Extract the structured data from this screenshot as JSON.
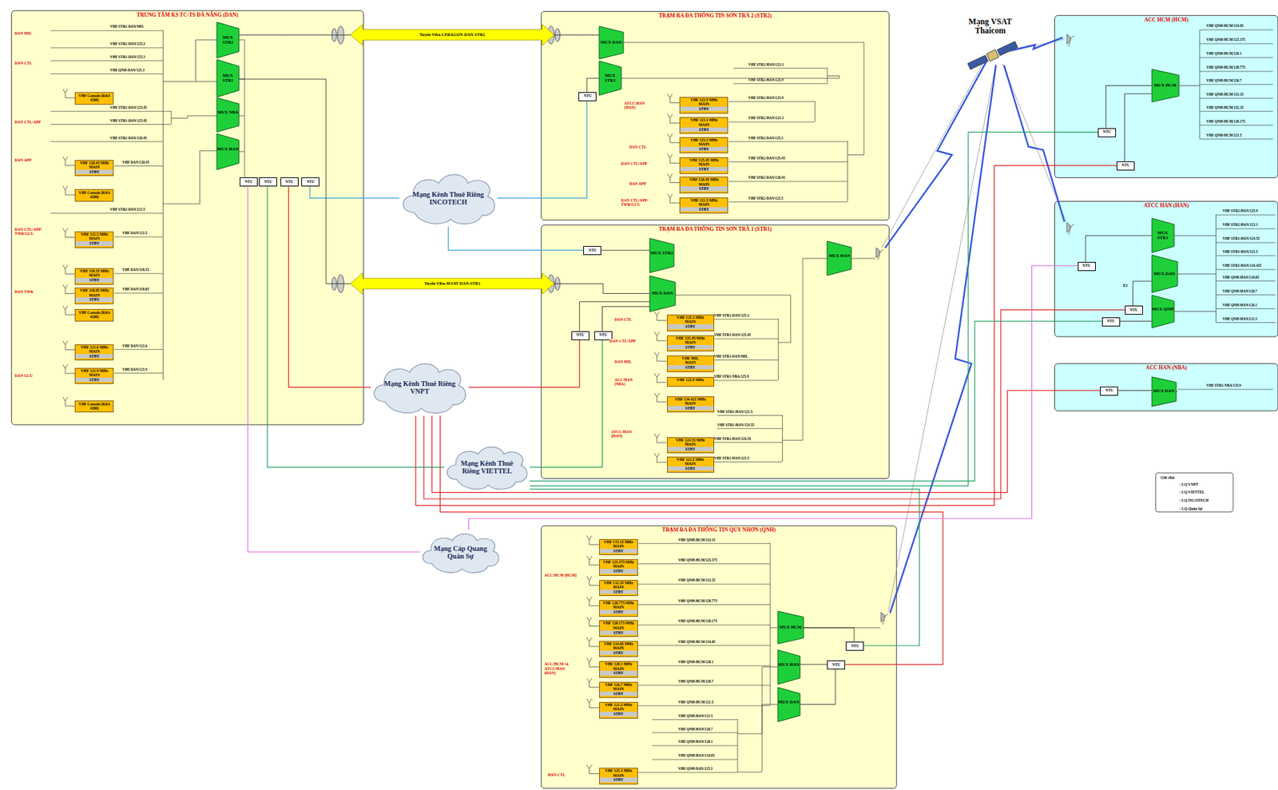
{
  "diagram": {
    "nodes": [
      {
        "text": [
          "TRUNG TÂM KS TC-TS ĐÀ NẴNG (DAN)"
        ]
      },
      {
        "text": [
          "VHF Console (R&S 4200)"
        ],
        "in": 0
      },
      {
        "text": [
          "VHF 120.45 MHz",
          "MAIN",
          "STBY"
        ],
        "in": 0
      },
      {
        "text": [
          "VHF Console (R&S 4200)"
        ],
        "in": 0
      },
      {
        "text": [
          "VHF 121.5 MHz",
          "MAIN",
          "STBY"
        ],
        "in": 0
      },
      {
        "text": [
          "VHF 118.35 MHz",
          "MAIN",
          "STBY"
        ],
        "in": 0
      },
      {
        "text": [
          "VHF 118.05 MHz",
          "MAIN",
          "STBY"
        ],
        "in": 0
      },
      {
        "text": [
          "VHF Console (R&S 4200)"
        ],
        "in": 0
      },
      {
        "text": [
          "VHF 121.6 MHz",
          "MAIN",
          "STBY"
        ],
        "in": 0
      },
      {
        "text": [
          "VHF 121.9 MHz",
          "MAIN",
          "STBY"
        ],
        "in": 0
      },
      {
        "text": [
          "VHF Console (R&S 4200)"
        ],
        "in": 0
      },
      {
        "text": [
          "MUX STR2"
        ],
        "in": 0
      },
      {
        "text": [
          "MUX STR1"
        ],
        "in": 0
      },
      {
        "text": [
          "MUX NBA"
        ],
        "in": 0
      },
      {
        "text": [
          "MUX HAN"
        ],
        "in": 0
      },
      {
        "text": [
          "NTU"
        ],
        "in": 0
      },
      {
        "text": [
          "NTU"
        ],
        "in": 0
      },
      {
        "text": [
          "NTU"
        ],
        "in": 0
      },
      {
        "text": [
          "NTU"
        ],
        "in": 0
      },
      {
        "text": [
          "Tuyến Viba CERAGON DAN-STR2"
        ]
      },
      {
        "text": [
          "Tuyến Viba AVIAT DAN-STR1"
        ]
      },
      {
        "text": [
          "TRẠM RA ĐA THÔNG TIN SƠN TRÀ 2 (STR2)"
        ]
      },
      {
        "text": [
          "MUX DAN"
        ],
        "in": 21
      },
      {
        "text": [
          "MUX STR1"
        ],
        "in": 21
      },
      {
        "text": [
          "NTU"
        ],
        "in": 21
      },
      {
        "text": [
          "VHF 125.9 MHz",
          "MAIN",
          "STBY"
        ],
        "in": 21
      },
      {
        "text": [
          "VHF 123.3 MHz",
          "MAIN",
          "STBY"
        ],
        "in": 21
      },
      {
        "text": [
          "VHF 125.3 MHz",
          "MAIN",
          "STBY"
        ],
        "in": 21
      },
      {
        "text": [
          "VHF 125.45 MHz",
          "MAIN",
          "STBY"
        ],
        "in": 21
      },
      {
        "text": [
          "VHF 120.45 MHz",
          "MAIN",
          "STBY"
        ],
        "in": 21
      },
      {
        "text": [
          "VHF 121.5 MHz",
          "MAIN",
          "STBY"
        ],
        "in": 21
      },
      {
        "text": [
          "TRẠM RA ĐA THÔNG TIN SƠN TRÀ 1 (STR1)"
        ]
      },
      {
        "text": [
          "NTU"
        ],
        "in": 31
      },
      {
        "text": [
          "MUX STR2"
        ],
        "in": 31
      },
      {
        "text": [
          "MUX DAN"
        ],
        "in": 31
      },
      {
        "text": [
          "MUX HAN"
        ],
        "in": 31
      },
      {
        "text": [
          "NTU"
        ],
        "in": 31
      },
      {
        "text": [
          "NTU"
        ],
        "in": 31
      },
      {
        "text": [
          "VHF 125.3 MHz",
          "MAIN",
          "STBY"
        ],
        "in": 31
      },
      {
        "text": [
          "VHF 125.45 MHz",
          "MAIN",
          "STBY"
        ],
        "in": 31
      },
      {
        "text": [
          "VHF MIL",
          "MAIN",
          "STBY"
        ],
        "in": 31
      },
      {
        "text": [
          "VHF 125.9 MHz"
        ],
        "in": 31
      },
      {
        "text": [
          "VHF 134.425 MHz",
          "MAIN",
          "STBY"
        ],
        "in": 31
      },
      {
        "text": [
          "VHF 124.55 MHz",
          "MAIN",
          "STBY"
        ],
        "in": 31
      },
      {
        "text": [
          "VHF 121.5 MHz",
          "MAIN",
          "STBY"
        ],
        "in": 31
      },
      {
        "text": [
          "Mạng Kênh Thuê Riêng INCOTECH"
        ]
      },
      {
        "text": [
          "Mạng Kênh Thuê Riêng VNPT"
        ]
      },
      {
        "text": [
          "Mạng Kênh Thuê Riêng VIETTEL"
        ]
      },
      {
        "text": [
          "Mạng Cáp Quang Quân Sự"
        ]
      },
      {
        "text": [
          "TRẠM RA ĐA THÔNG TIN QUY NHƠN (QNH)"
        ]
      },
      {
        "text": [
          "VHF 133.15 MHz",
          "MAIN",
          "STBY"
        ],
        "in": 49
      },
      {
        "text": [
          "VHF 125.375 MHz",
          "MAIN",
          "STBY"
        ],
        "in": 49
      },
      {
        "text": [
          "VHF 132.35 MHz",
          "MAIN",
          "STBY"
        ],
        "in": 49
      },
      {
        "text": [
          "VHF 128.775 MHz",
          "MAIN",
          "STBY"
        ],
        "in": 49
      },
      {
        "text": [
          "VHF 128.175 MHz",
          "MAIN",
          "STBY"
        ],
        "in": 49
      },
      {
        "text": [
          "VHF 134.05 MHz",
          "MAIN",
          "STBY"
        ],
        "in": 49
      },
      {
        "text": [
          "VHF 120.1 MHz",
          "MAIN",
          "STBY"
        ],
        "in": 49
      },
      {
        "text": [
          "VHF 126.7 MHz",
          "MAIN",
          "STBY"
        ],
        "in": 49
      },
      {
        "text": [
          "VHF 121.5 MHz",
          "MAIN",
          "STBY"
        ],
        "in": 49
      },
      {
        "text": [
          "VHF 125.3 MHz",
          "MAIN",
          "STBY"
        ],
        "in": 49
      },
      {
        "text": [
          "MUX HCM"
        ],
        "in": 49
      },
      {
        "text": [
          "MUX HAN"
        ],
        "in": 49
      },
      {
        "text": [
          "MUX DAN"
        ],
        "in": 49
      },
      {
        "text": [
          "NTU"
        ],
        "in": 49
      },
      {
        "text": [
          "NTU"
        ],
        "in": 49
      },
      {
        "text": [
          "ACC HCM (HCM)"
        ]
      },
      {
        "text": [
          "MUX HCM"
        ],
        "in": 65
      },
      {
        "text": [
          "NTU"
        ],
        "in": 65
      },
      {
        "text": [
          "NTU"
        ],
        "in": 65
      },
      {
        "text": [
          "ATCC HAN (HAN)"
        ]
      },
      {
        "text": [
          "MUX STR1"
        ],
        "in": 69
      },
      {
        "text": [
          "MUX DAN"
        ],
        "in": 69
      },
      {
        "text": [
          "MUX QNH"
        ],
        "in": 69
      },
      {
        "text": [
          "NTU"
        ],
        "in": 69
      },
      {
        "text": [
          "NTU"
        ],
        "in": 69
      },
      {
        "text": [
          "NTU"
        ],
        "in": 69
      },
      {
        "text": [
          "ACC HAN (NBA)"
        ]
      },
      {
        "text": [
          "NTU"
        ],
        "in": 76
      },
      {
        "text": [
          "MUX DAN"
        ],
        "in": 76
      }
    ],
    "edges": [
      {
        "from": 15,
        "to": 48,
        "arrow": "none"
      },
      {
        "from": 16,
        "to": 47,
        "arrow": "none"
      },
      {
        "from": 17,
        "to": 46,
        "arrow": "none"
      },
      {
        "from": 18,
        "to": 45,
        "arrow": "none"
      },
      {
        "from": 45,
        "to": 24,
        "arrow": "none"
      },
      {
        "from": 45,
        "to": 32,
        "arrow": "none"
      },
      {
        "from": 46,
        "to": 36,
        "arrow": "none"
      },
      {
        "from": 47,
        "to": 37,
        "arrow": "none"
      },
      {
        "from": 46,
        "to": 68,
        "arrow": "none"
      },
      {
        "from": 46,
        "to": 75,
        "arrow": "none"
      },
      {
        "from": 46,
        "to": 77,
        "arrow": "none"
      },
      {
        "from": 46,
        "to": 64,
        "arrow": "none"
      },
      {
        "from": 47,
        "to": 67,
        "arrow": "none"
      },
      {
        "from": 47,
        "to": 74,
        "arrow": "none"
      },
      {
        "from": 47,
        "to": 63,
        "arrow": "none"
      },
      {
        "from": 48,
        "to": 73,
        "arrow": "none"
      },
      {
        "from": 23,
        "to": 24,
        "arrow": "none"
      },
      {
        "from": 33,
        "to": 32,
        "arrow": "none"
      },
      {
        "from": 34,
        "to": 36,
        "arrow": "none"
      },
      {
        "from": 34,
        "to": 37,
        "arrow": "none"
      },
      {
        "from": 11,
        "to": 19,
        "arrow": "none"
      },
      {
        "from": 19,
        "to": 22,
        "arrow": "none"
      },
      {
        "from": 12,
        "to": 20,
        "arrow": "none"
      },
      {
        "from": 20,
        "to": 34,
        "arrow": "none"
      },
      {
        "from": 60,
        "to": 63,
        "arrow": "none"
      },
      {
        "from": 61,
        "to": 64,
        "arrow": "none"
      },
      {
        "from": 62,
        "to": 64,
        "arrow": "none"
      },
      {
        "from": 66,
        "to": 67,
        "arrow": "none"
      },
      {
        "from": 66,
        "to": 68,
        "arrow": "none"
      },
      {
        "from": 70,
        "to": 73,
        "arrow": "none"
      },
      {
        "from": 71,
        "to": 75,
        "arrow": "none"
      },
      {
        "from": 72,
        "to": 74,
        "arrow": "none"
      },
      {
        "from": 77,
        "to": 78,
        "arrow": "none"
      }
    ],
    "labels": [
      "DAN MIL",
      "DAN CTL",
      "DAN CTL/APP",
      "DAN APP",
      "DAN CTL/APP/ TWR/GCU",
      "DAN TWR",
      "DAN GCU",
      "VHF STR1-DAN/MIL",
      "VHF STR2-DAN/125.3",
      "VHF STR1-DAN/125.3",
      "VHF QNH-DAN/125.3",
      "VHF STR2-DAN/125.45",
      "VHF STR1-DAN/125.45",
      "VHF STR2-DAN/120.45",
      "VHF DAN/120.45",
      "VHF STR2-DAN/121.5",
      "VHF DAN/121.5",
      "VHF DAN/118.35",
      "VHF DAN/118.05",
      "VHF DAN/121.6",
      "VHF DAN/121.9",
      "ATCC/HAN (HAN)",
      "DAN CTL",
      "DAN CTL/APP",
      "DAN APP",
      "DAN CTL/APP/ TWR/GCU",
      "VHF STR2-HAN/123.3",
      "VHF STR2-HAN/125.9",
      "VHF STR2-HAN/125.9",
      "VHF STR2-HAN/123.3",
      "VHF STR2-DAN/125.3",
      "VHF STR2-DAN/125.45",
      "VHF STR2-DAN/120.45",
      "VHF STR2-DAN/121.5",
      "DAN CTL",
      "DAN CTL/APP",
      "DAN MIL",
      "ACC/HAN (NBA)",
      "ATCC/HAN (HAN)",
      "VHF STR1-DAN/125.3",
      "VHF STR1-DAN/125.45",
      "VHF STR1-DAN/MIL",
      "VHF STR1-NBA/125.9",
      "VHF STR1-HAN/121.5",
      "VHF STR1-HAN/124.55",
      "VHF STR1-HAN/124.55",
      "VHF STR1-HAN/121.5",
      "ACC/HCM (HCM)",
      "ACC/HCM và ATCC/HAN (HAN)",
      "HAN CTL",
      "VHF QNH-HCM/133.15",
      "VHF QNH-HCM/125.375",
      "VHF QNH-HCM/133.25",
      "VHF QNH-HCM/128.775",
      "VHF QNH-HCM/128.175",
      "VHF QNH-HCM/134.05",
      "VHF QNH-HCM/120.1",
      "VHF QNH-HCM/120.7",
      "VHF QNH-HCM/121.5",
      "VHF QNH-HAN/121.5",
      "VHF QNH-HAN/126.7",
      "VHF QNH-HAN/120.1",
      "VHF QNH-HAN/134.05",
      "VHF QNH-DAN/125.3",
      "VHF QNH-HCM/134.05",
      "VHF QNH-HCM/125.375",
      "VHF QNH-HCM/120.1",
      "VHF QNH-HCM/128.775",
      "VHF QNH-HCM/126.7",
      "VHF QNH-HCM/133.15",
      "VHF QNH-HCM/132.35",
      "VHF QNH-HCM/128.175",
      "VHF QNH-HCM/121.5",
      "VHF STR2-HAN/125.9",
      "VHF STR2-HAN/123.3",
      "VHF STR1-HAN/124.55",
      "VHF STR1-HAN/121.5",
      "VHF STR1-HAN/134.425",
      "VHF QNH-HAN/134.05",
      "VHF QNH-HAN/126.7",
      "VHF QNH-HAN/126.1",
      "VHF QNH-HAN/121.5",
      "VHF STR1-NBA/125.9",
      "E1",
      "Mạng VSAT Thaicom",
      "Ghi chú:"
    ],
    "legend": [
      {
        "text": ": CQ VNPT"
      },
      {
        "text": ": CQ VIETTEL"
      },
      {
        "text": ": CQ INCOTECH"
      },
      {
        "text": ": CQ Quân Sự"
      }
    ]
  }
}
